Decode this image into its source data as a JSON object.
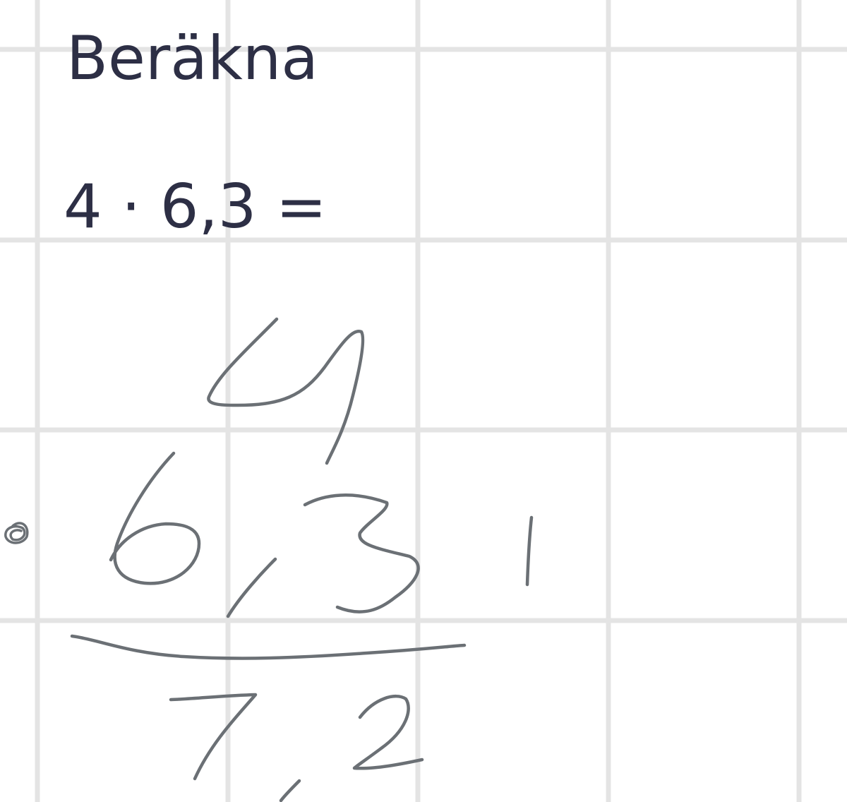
{
  "title": "Beräkna",
  "expression": "4 · 6,3 =",
  "handwriting_strokes": [
    "4",
    "6,3",
    "1",
    "7,2"
  ],
  "colors": {
    "background": "#ffffff",
    "grid": "#e4e4e4",
    "text": "#2d2f45",
    "ink": "#6b7075"
  }
}
